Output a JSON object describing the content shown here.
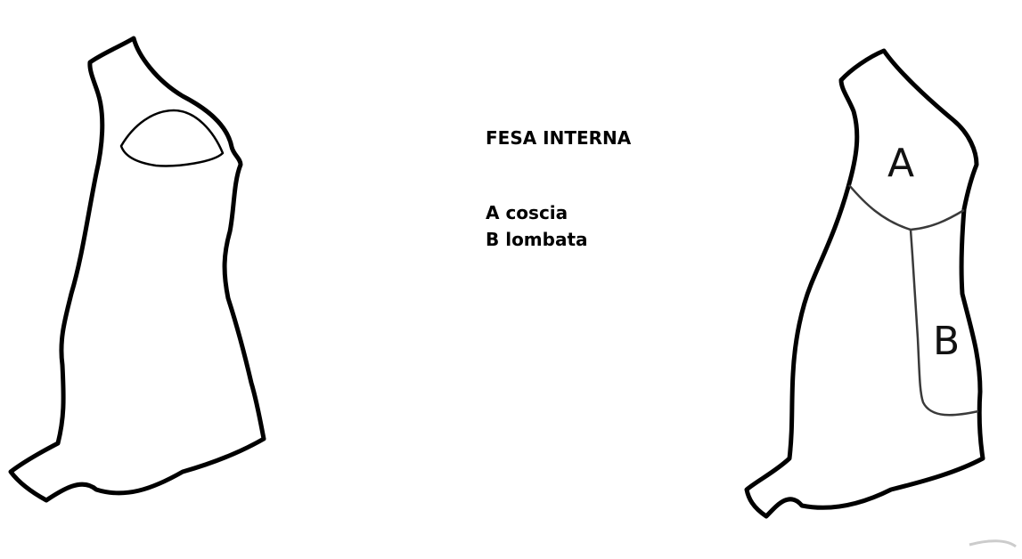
{
  "legend": {
    "title": "FESA INTERNA",
    "items": [
      {
        "label": "A coscia"
      },
      {
        "label": "B lombata"
      }
    ]
  },
  "diagram": {
    "regions": [
      {
        "letter": "A"
      },
      {
        "letter": "B"
      }
    ],
    "outline_color": "#000000",
    "region_line_color": "#3a3a3a"
  }
}
